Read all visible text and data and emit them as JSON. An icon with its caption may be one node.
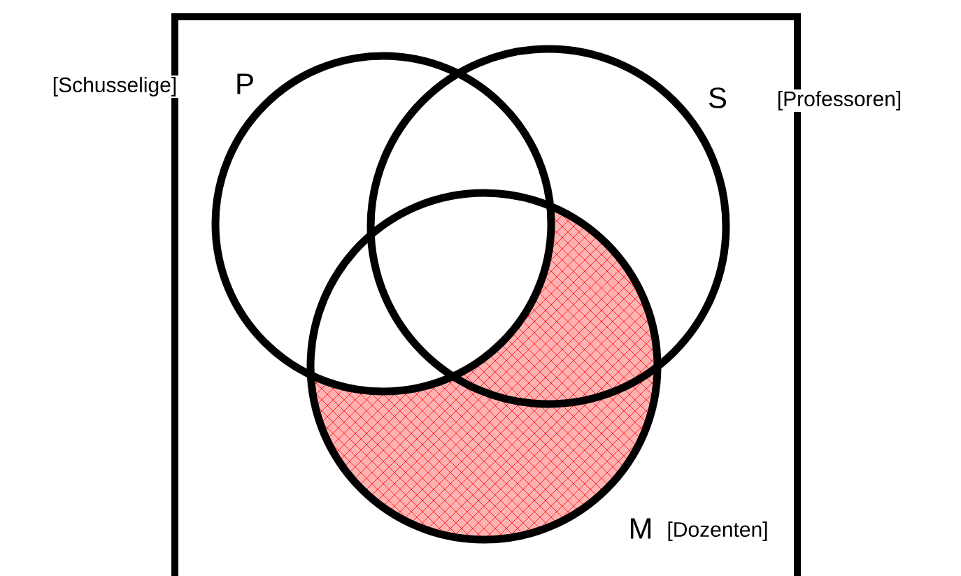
{
  "diagram": {
    "nodes": [
      {
        "text": [
          "P"
        ],
        "beside": [
          "[Schusselige]"
        ]
      },
      {
        "text": [
          "S"
        ],
        "beside": [
          "[Professoren]"
        ]
      },
      {
        "text": [
          "M"
        ],
        "beside": [
          "[Dozenten]"
        ]
      }
    ]
  }
}
